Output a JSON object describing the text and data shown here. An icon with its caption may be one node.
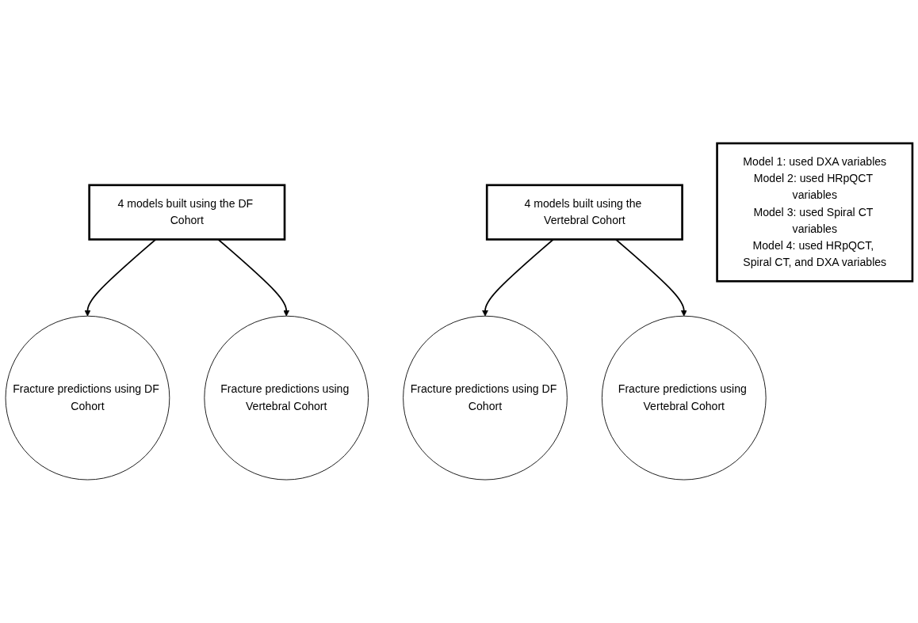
{
  "diagram": {
    "nodes": [
      {
        "text": [
          "4 models built using the DF Cohort"
        ]
      },
      {
        "text": [
          "4 models built using the Vertebral Cohort"
        ]
      },
      {
        "text": [
          "Fracture predictions using DF Cohort"
        ]
      },
      {
        "text": [
          "Fracture predictions using Vertebral Cohort"
        ]
      },
      {
        "text": [
          "Fracture predictions using DF Cohort"
        ]
      },
      {
        "text": [
          "Fracture predictions using Vertebral Cohort"
        ]
      },
      {
        "text": [
          "Model 1: used DXA variables",
          "Model 2: used HRpQCT variables",
          "Model 3: used Spiral CT variables",
          "Model 4: used HRpQCT, Spiral CT, and DXA variables"
        ]
      }
    ],
    "edges": [
      {
        "from": 0,
        "to": 2,
        "arrow": "to"
      },
      {
        "from": 0,
        "to": 3,
        "arrow": "to"
      },
      {
        "from": 1,
        "to": 4,
        "arrow": "to"
      },
      {
        "from": 1,
        "to": 5,
        "arrow": "to"
      }
    ]
  }
}
